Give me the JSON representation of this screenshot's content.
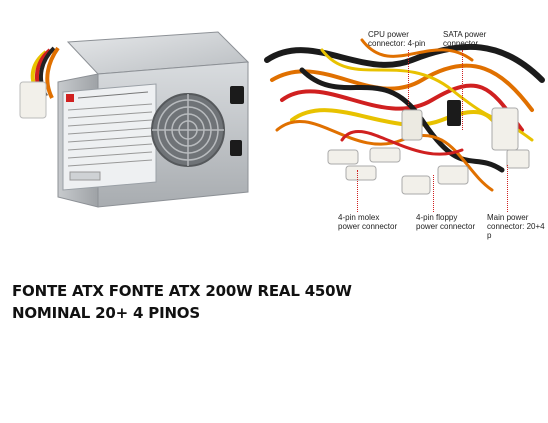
{
  "product": {
    "title_line1": "FONTE ATX  FONTE ATX 200W REAL 450W",
    "title_line2": "NOMINAL 20+ 4 PINOS"
  },
  "diagram": {
    "labels": {
      "cpu": "CPU power\nconnector: 4-pin",
      "sata": "SATA power\nconnector",
      "molex": "4-pin molex\npower connector",
      "floppy": "4-pin floppy\npower connector",
      "main": "Main power\nconnector: 20+4 p"
    }
  },
  "colors": {
    "callout_line": "#d02020",
    "title": "#111111"
  }
}
